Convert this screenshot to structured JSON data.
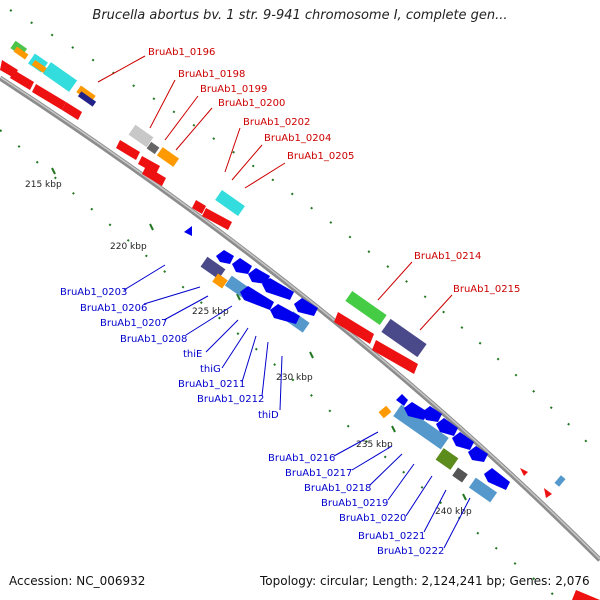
{
  "title": "Brucella abortus bv. 1 str. 9-941 chromosome I, complete gen...",
  "footer": {
    "accession": "Accession: NC_006932",
    "topology": "Topology: circular; Length: 2,124,241 bp; Genes: 2,076"
  },
  "colors": {
    "backbone": "#8c8c8c",
    "forward_label": "#cc0000",
    "reverse_label": "#0000cc",
    "tick": "#227722"
  },
  "scale_labels": [
    "215 kbp",
    "220 kbp",
    "225 kbp",
    "230 kbp",
    "235 kbp",
    "240 kbp"
  ],
  "forward_gene_labels": [
    "BruAb1_0196",
    "BruAb1_0198",
    "BruAb1_0199",
    "BruAb1_0200",
    "BruAb1_0202",
    "BruAb1_0204",
    "BruAb1_0205",
    "BruAb1_0214",
    "BruAb1_0215"
  ],
  "reverse_gene_labels": [
    "BruAb1_0203",
    "BruAb1_0206",
    "BruAb1_0207",
    "BruAb1_0208",
    "thiE",
    "thiG",
    "BruAb1_0211",
    "BruAb1_0212",
    "thiD",
    "BruAb1_0216",
    "BruAb1_0217",
    "BruAb1_0218",
    "BruAb1_0219",
    "BruAb1_0220",
    "BruAb1_0221",
    "BruAb1_0222"
  ]
}
